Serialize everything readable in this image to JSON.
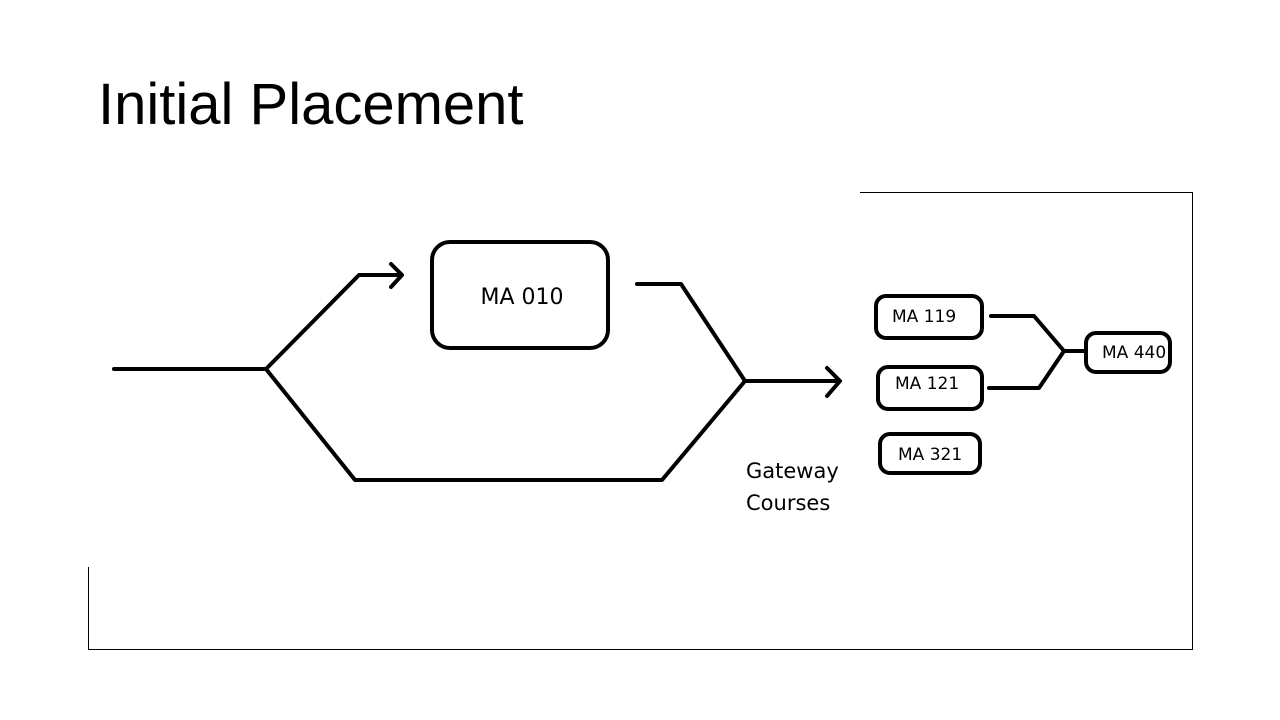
{
  "slide": {
    "title": "Initial Placement"
  },
  "diagram": {
    "remedial_course": "MA 010",
    "gateway_label_line1": "Gateway",
    "gateway_label_line2": "Courses",
    "gateway_courses": [
      "MA 119",
      "MA 121",
      "MA 321"
    ],
    "advanced_course": "MA 440"
  },
  "colors": {
    "background": "#ffffff",
    "ink": "#000000"
  }
}
